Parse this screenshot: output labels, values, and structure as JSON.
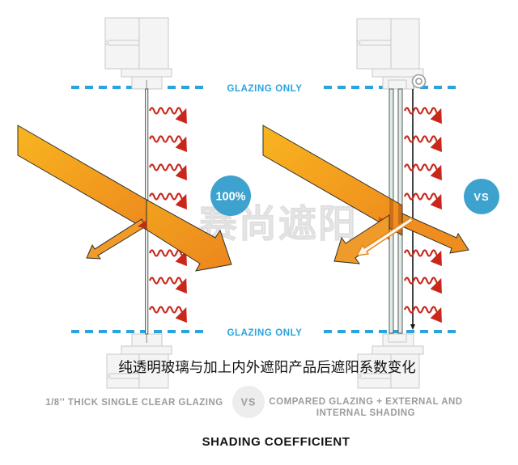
{
  "watermark": "赛尚遮阳",
  "annotations": {
    "glazing_only_top": "GLAZING ONLY",
    "glazing_only_bottom": "GLAZING ONLY",
    "left_badge": "100%",
    "right_badge": "VS"
  },
  "footer": {
    "caption_cn": "纯透明玻璃与加上内外遮阳产品后遮阳系数变化",
    "left_label": "1/8'' THICK SINGLE CLEAR GLAZING",
    "vs_label": "VS",
    "right_label_line1": "COMPARED GLAZING + EXTERNAL AND",
    "right_label_line2": "INTERNAL SHADING",
    "title": "SHADING COEFFICIENT"
  },
  "colors": {
    "accent_blue": "#2ba3dc",
    "badge_blue": "#3ea2ce",
    "heat_red": "#c9271b",
    "beam_light": "#f8b51f",
    "beam_dark": "#ee8a1e",
    "glass_teal": "#deece8",
    "block_stroke": "#c9c9c9",
    "footer_gray": "#9c9c9c",
    "watermark_gray": "#ebebeb"
  }
}
